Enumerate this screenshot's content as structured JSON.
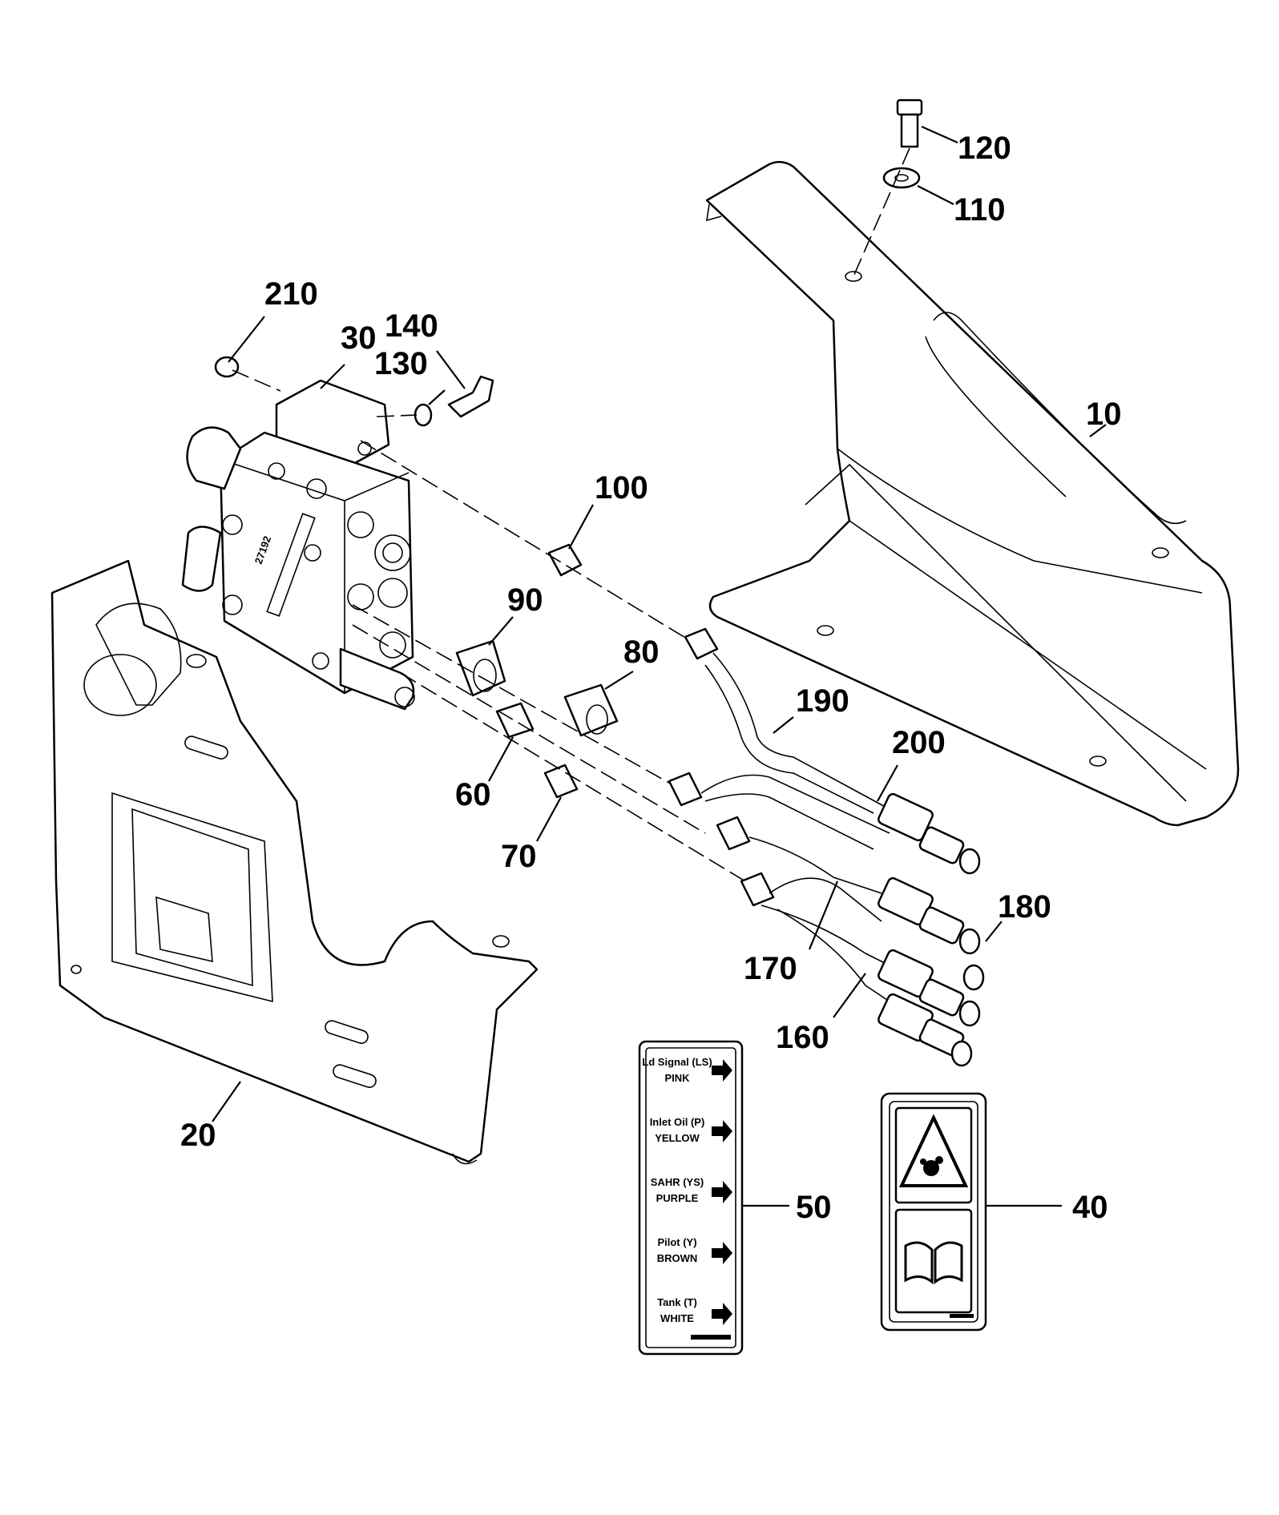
{
  "callouts": {
    "c10": "10",
    "c20": "20",
    "c30": "30",
    "c40": "40",
    "c50": "50",
    "c60": "60",
    "c70": "70",
    "c80": "80",
    "c90": "90",
    "c100": "100",
    "c110": "110",
    "c120": "120",
    "c130": "130",
    "c140": "140",
    "c160": "160",
    "c170": "170",
    "c180": "180",
    "c190": "190",
    "c200": "200",
    "c210": "210"
  },
  "valve_stamp": "27192",
  "decal_50": {
    "rows": [
      {
        "line1": "Ld Signal (LS)",
        "line2": "PINK"
      },
      {
        "line1": "Inlet Oil (P)",
        "line2": "YELLOW"
      },
      {
        "line1": "SAHR (YS)",
        "line2": "PURPLE"
      },
      {
        "line1": "Pilot (Y)",
        "line2": "BROWN"
      },
      {
        "line1": "Tank (T)",
        "line2": "WHITE"
      }
    ]
  },
  "colors": {
    "line": "#000000",
    "background": "#ffffff"
  }
}
